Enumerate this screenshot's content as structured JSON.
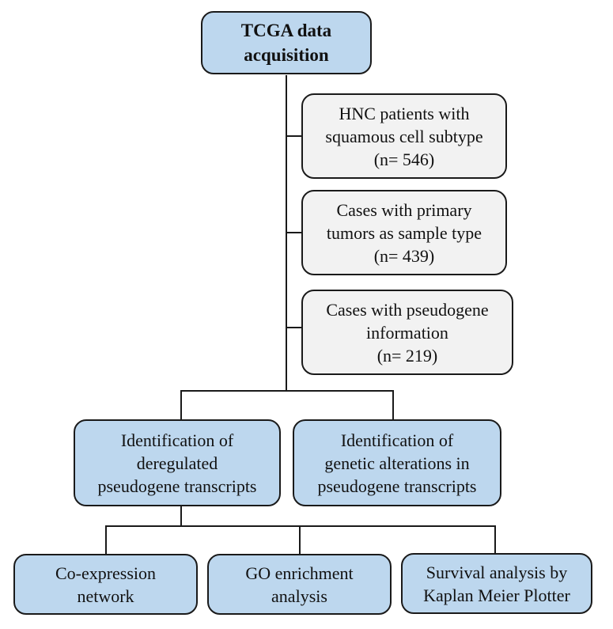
{
  "title_box": {
    "lines": [
      "TCGA data",
      "acquisition"
    ]
  },
  "filter_boxes": [
    {
      "lines": [
        "HNC patients with",
        "squamous cell subtype",
        "(n= 546)"
      ]
    },
    {
      "lines": [
        "Cases with primary",
        "tumors as sample type",
        "(n= 439)"
      ]
    },
    {
      "lines": [
        "Cases with pseudogene",
        "information",
        "(n= 219)"
      ]
    }
  ],
  "analysis_boxes": [
    {
      "lines": [
        "Identification of",
        "deregulated",
        "pseudogene transcripts"
      ]
    },
    {
      "lines": [
        "Identification of",
        "genetic alterations in",
        "pseudogene transcripts"
      ]
    }
  ],
  "downstream_boxes": [
    {
      "lines": [
        "Co-expression",
        "network"
      ]
    },
    {
      "lines": [
        "GO enrichment",
        "analysis"
      ]
    },
    {
      "lines": [
        "Survival analysis by",
        "Kaplan Meier Plotter"
      ]
    }
  ],
  "colors": {
    "primary_fill": "#bdd7ee",
    "secondary_fill": "#f2f2f2",
    "stroke": "#1a1a1a"
  }
}
